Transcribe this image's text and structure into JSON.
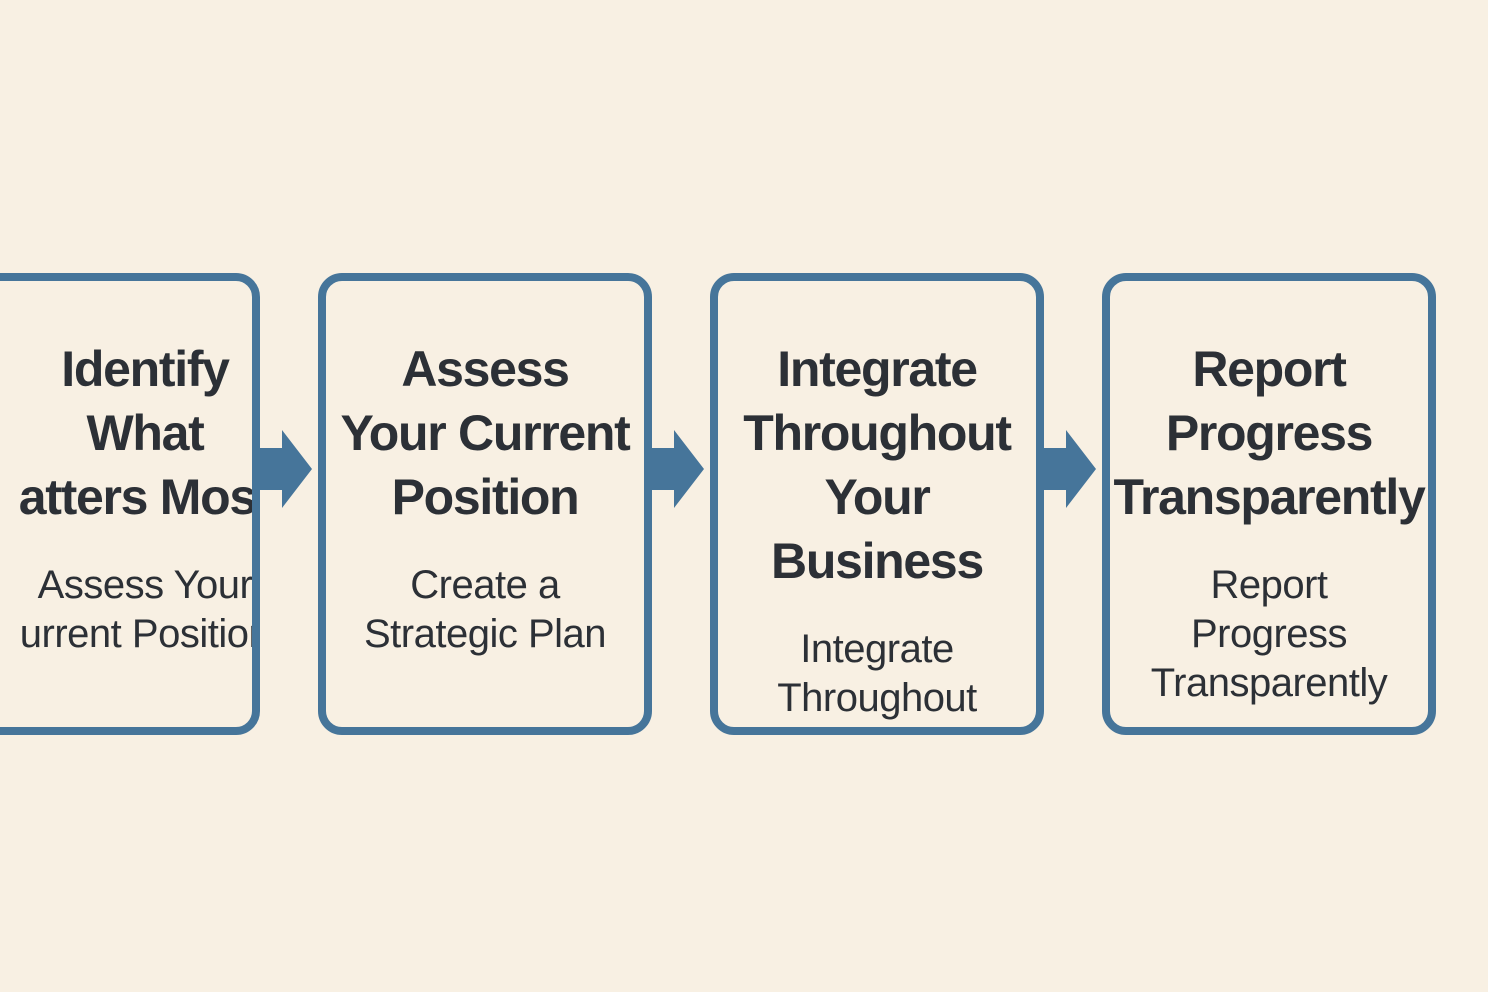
{
  "diagram": {
    "accent_color": "#46759a",
    "background_color": "#f8f0e3",
    "steps": [
      {
        "title": "Identify\nWhat\natters Most",
        "text": "Assess Your\nurrent Position"
      },
      {
        "title": "Assess\nYour Current\nPosition",
        "text": "Create a\nStrategic Plan"
      },
      {
        "title": "Integrate\nThroughout\nYour Business",
        "text": "Integrate\nThroughout\nYour Business"
      },
      {
        "title": "Report\nProgress\nTransparently",
        "text": "Report\nProgress\nTransparently"
      }
    ],
    "connector_icon": "arrow-right-icon"
  }
}
